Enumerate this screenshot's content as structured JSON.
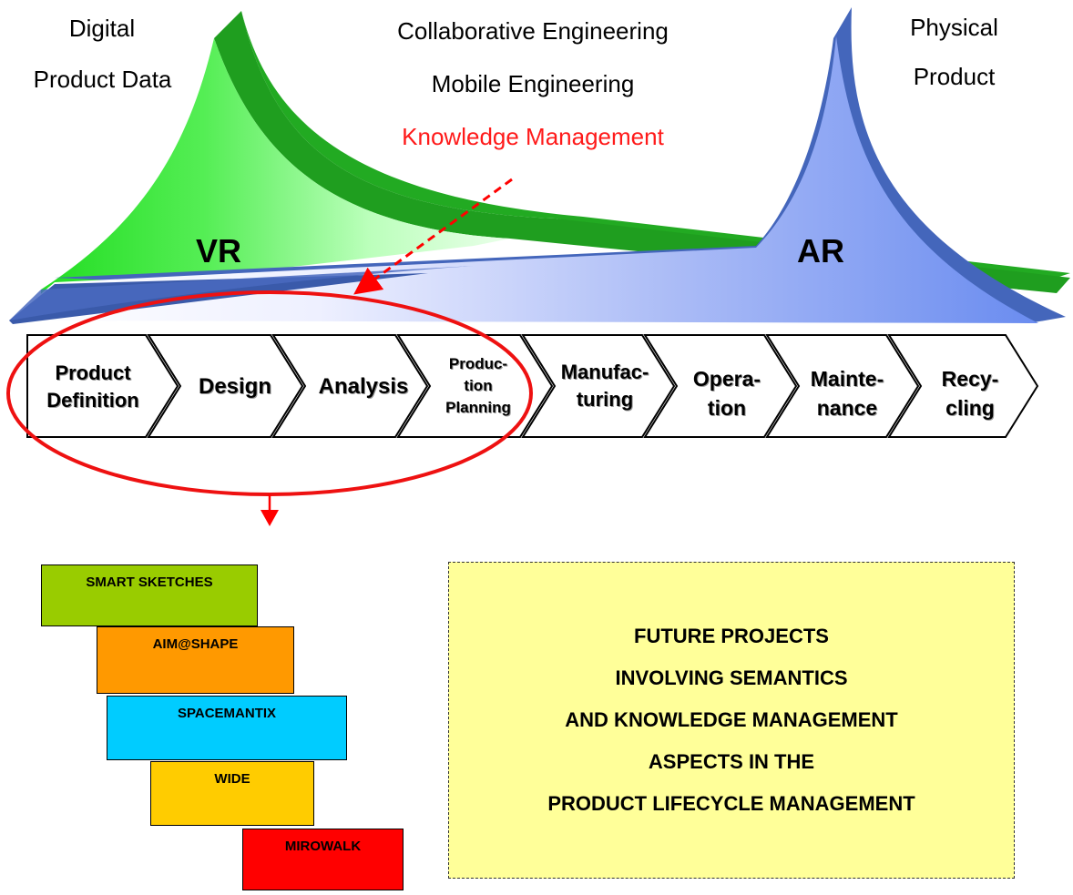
{
  "labels": {
    "digital_1": "Digital",
    "digital_2": "Product Data",
    "collab": "Collaborative Engineering",
    "mobile": "Mobile Engineering",
    "knowledge": "Knowledge Management",
    "physical_1": "Physical",
    "physical_2": "Product",
    "vr": "VR",
    "ar": "AR"
  },
  "stages": [
    {
      "line1": "Product",
      "line2": "Definition"
    },
    {
      "line1": "Design",
      "line2": ""
    },
    {
      "line1": "Analysis",
      "line2": ""
    },
    {
      "line1": "Produc-",
      "line2": "tion",
      "line3": "Planning"
    },
    {
      "line1": "Manufac-",
      "line2": "turing"
    },
    {
      "line1": "Opera-",
      "line2": "tion"
    },
    {
      "line1": "Mainte-",
      "line2": "nance"
    },
    {
      "line1": "Recy-",
      "line2": "cling"
    }
  ],
  "projects": [
    {
      "label": "SMART SKETCHES",
      "color": "#99cc00"
    },
    {
      "label": "AIM@SHAPE",
      "color": "#ff9900"
    },
    {
      "label": "SPACEMANTIX",
      "color": "#00ccff"
    },
    {
      "label": "WIDE",
      "color": "#ffcc00"
    },
    {
      "label": "MIROWALK",
      "color": "#ff0000"
    }
  ],
  "future": {
    "line1": "FUTURE PROJECTS",
    "line2": "INVOLVING SEMANTICS",
    "line3": "AND KNOWLEDGE MANAGEMENT",
    "line4": "ASPECTS IN THE",
    "line5": "PRODUCT LIFECYCLE MANAGEMENT"
  },
  "colors": {
    "green": "#33dd33",
    "blue": "#6688ee",
    "highlight": "#ff0000",
    "future_box": "#ffff99"
  }
}
